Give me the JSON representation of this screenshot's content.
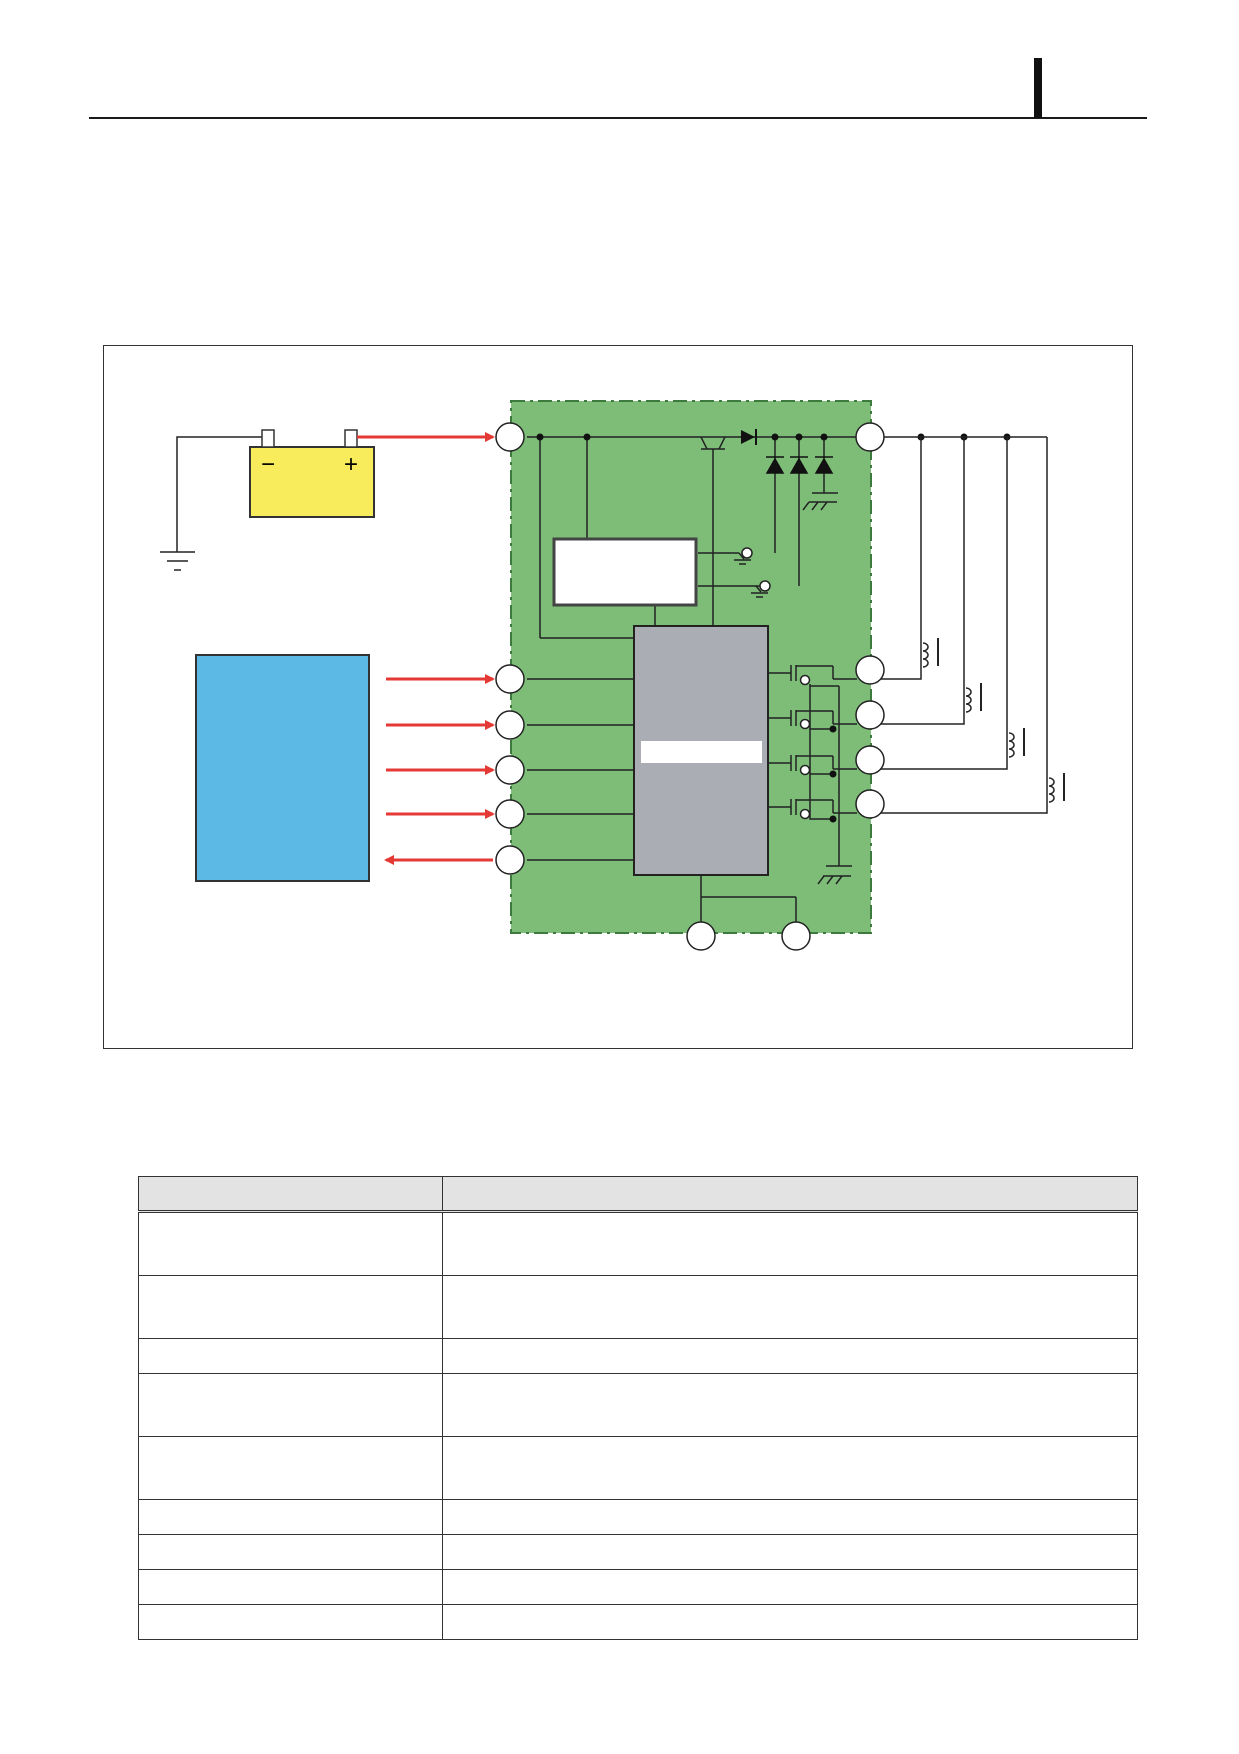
{
  "page": {
    "header_marker": "",
    "figure": {
      "battery": {
        "neg_symbol": "−",
        "pos_symbol": "+"
      },
      "colors": {
        "module_fill": "#7dbd78",
        "module_border": "#3d7a3d",
        "battery_fill": "#f8ec5c",
        "ecu_fill": "#5cb8e4",
        "ic_fill": "#aaadb4",
        "wire_red": "#e53935",
        "wire_black": "#222222"
      },
      "ecu_arrows": [
        "in",
        "in",
        "in",
        "in",
        "out"
      ],
      "injector_count": 4
    },
    "table": {
      "headers": [
        "",
        ""
      ],
      "rows": [
        {
          "size": "tall",
          "c1": "",
          "c2": ""
        },
        {
          "size": "tall",
          "c1": "",
          "c2": ""
        },
        {
          "size": "short",
          "c1": "",
          "c2": ""
        },
        {
          "size": "tall",
          "c1": "",
          "c2": ""
        },
        {
          "size": "tall",
          "c1": "",
          "c2": ""
        },
        {
          "size": "short",
          "c1": "",
          "c2": ""
        },
        {
          "size": "short",
          "c1": "",
          "c2": ""
        },
        {
          "size": "short",
          "c1": "",
          "c2": ""
        },
        {
          "size": "short",
          "c1": "",
          "c2": ""
        }
      ]
    }
  }
}
